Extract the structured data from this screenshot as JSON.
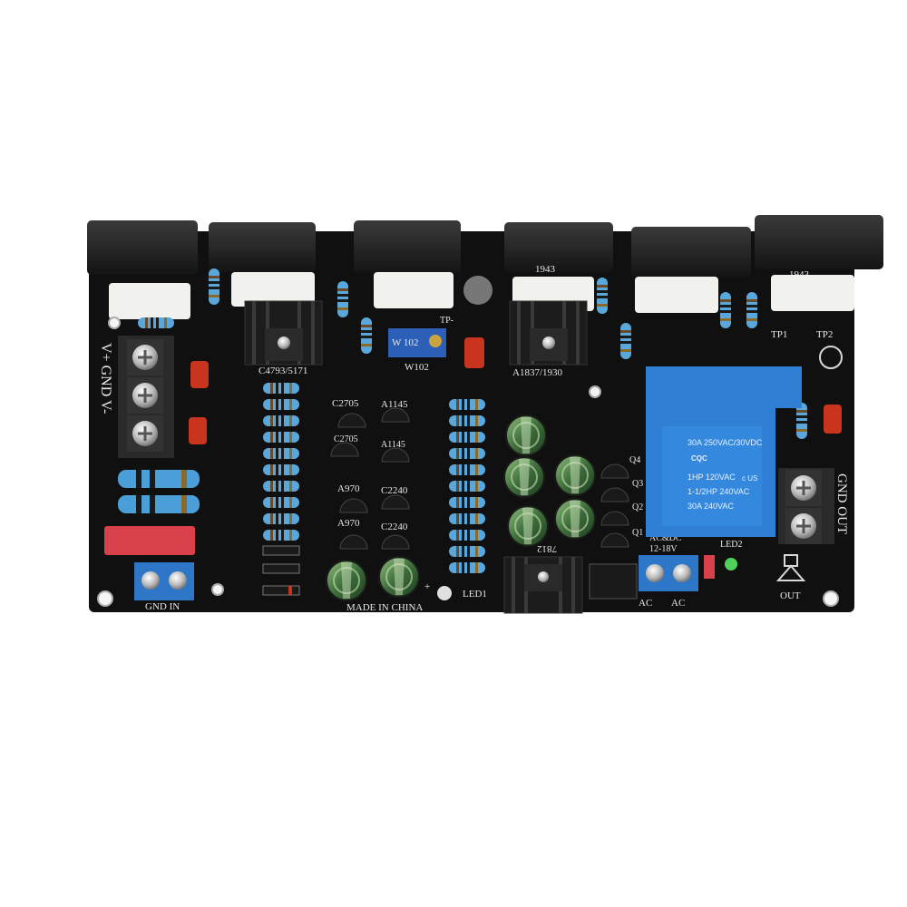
{
  "colors": {
    "background": "#ffffff",
    "pcb": "#101010",
    "relay": "#2f7fd4",
    "terminal": "#2d76c8",
    "heatsink": "#222222",
    "ceramic_resistor": "#f1f1ee",
    "film_resistor": "#5aa7dc",
    "capacitor_red": "#c8341e",
    "fuse_holder": "#d9414a",
    "electrolytic": "#3d6d3a"
  },
  "board": {
    "terminal_left": "V+ GND V-",
    "terminal_right": "GND OUT",
    "gnd_in": "GND IN",
    "made_in": "MADE IN CHINA",
    "led1": "LED1",
    "led2": "LED2",
    "out": "OUT",
    "tp1": "TP1",
    "tp2": "TP2",
    "tp_minus": "TP-",
    "w102": "W102",
    "trimpot": "W 102",
    "c4793": "C4793/5171",
    "a1837": "A1837/1930",
    "c2705": "C2705",
    "a1145_top": "A1145",
    "a1145_mid": "A1145",
    "c2705_mid": "C2705",
    "a970_top": "A970",
    "a970_bottom": "A970",
    "c2240_top": "C2240",
    "c2240_bottom": "C2240",
    "reg_7812": "7812",
    "acdc": "AC&DC",
    "acdc_voltage": "12-18V",
    "ac_left": "AC",
    "ac_right": "AC",
    "q1": "Q1",
    "q2": "Q2",
    "q3": "Q3",
    "q4": "Q4",
    "plus": "+",
    "mark_1943_a": "1943",
    "mark_1943_b": "1943",
    "relay": {
      "line1": "30A 250VAC/30VDC",
      "logo": "CQC",
      "line2": "1HP 120VAC",
      "line3": "1-1/2HP 240VAC",
      "line4": "30A 240VAC",
      "cert": "c US"
    }
  }
}
